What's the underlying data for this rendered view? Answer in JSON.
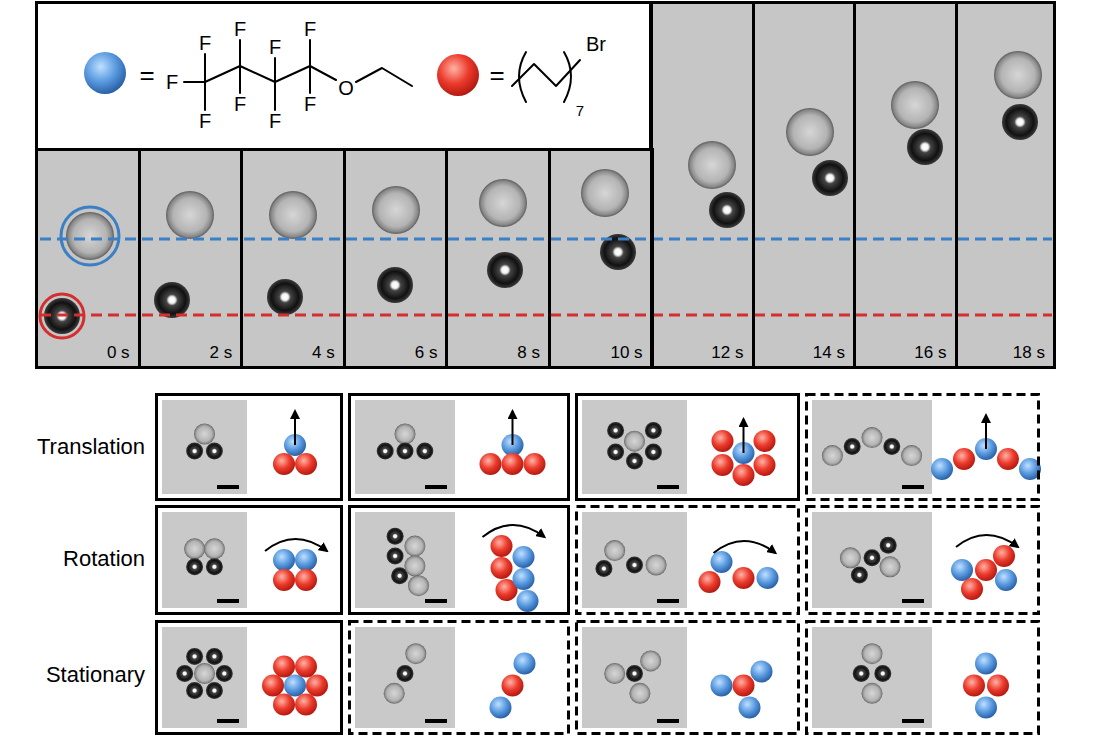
{
  "diagram": {
    "nodes": [
      {
        "text": [
          "=",
          "F",
          "F",
          "F",
          "F",
          "F",
          "F",
          "F",
          "F",
          "F",
          "O",
          "=",
          "Br",
          "7"
        ]
      },
      {
        "text": [
          "0 s"
        ]
      },
      {
        "text": [
          "2 s"
        ]
      },
      {
        "text": [
          "4 s"
        ]
      },
      {
        "text": [
          "6 s"
        ]
      },
      {
        "text": [
          "8 s"
        ]
      },
      {
        "text": [
          "10 s"
        ]
      },
      {
        "text": [
          "12 s"
        ]
      },
      {
        "text": [
          "14 s"
        ]
      },
      {
        "text": [
          "16 s"
        ]
      },
      {
        "text": [
          "18 s"
        ]
      }
    ],
    "labels": [
      "Translation",
      "Rotation",
      "Stationary"
    ]
  }
}
